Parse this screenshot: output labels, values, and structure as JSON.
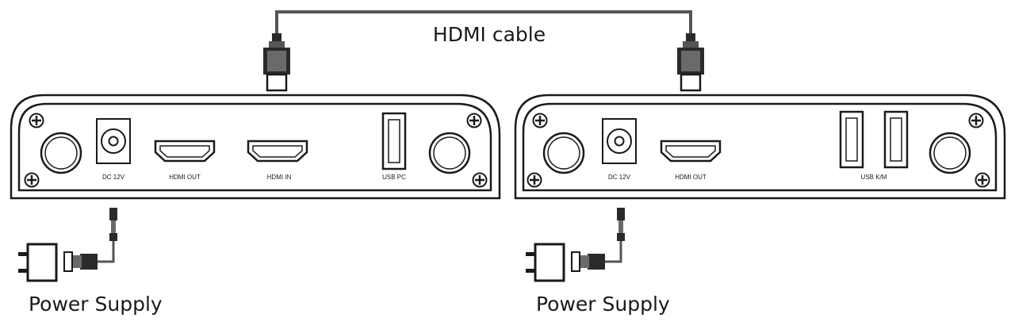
{
  "diagram": {
    "cable_label": "HDMI cable",
    "transmitter": {
      "port_labels": {
        "dc": "DC 12V",
        "hdmi_out": "HDMI OUT",
        "hdmi_in": "HDMI IN",
        "usb": "USB PC"
      },
      "power_label": "Power Supply"
    },
    "receiver": {
      "port_labels": {
        "dc": "DC 12V",
        "hdmi_out": "HDMI OUT",
        "usb": "USB K/M"
      },
      "power_label": "Power Supply"
    }
  },
  "colors": {
    "stroke": "#1a1a1a",
    "cable": "#555555",
    "connector_light": "#6a6a6a",
    "connector_dark": "#2a2a2a"
  }
}
